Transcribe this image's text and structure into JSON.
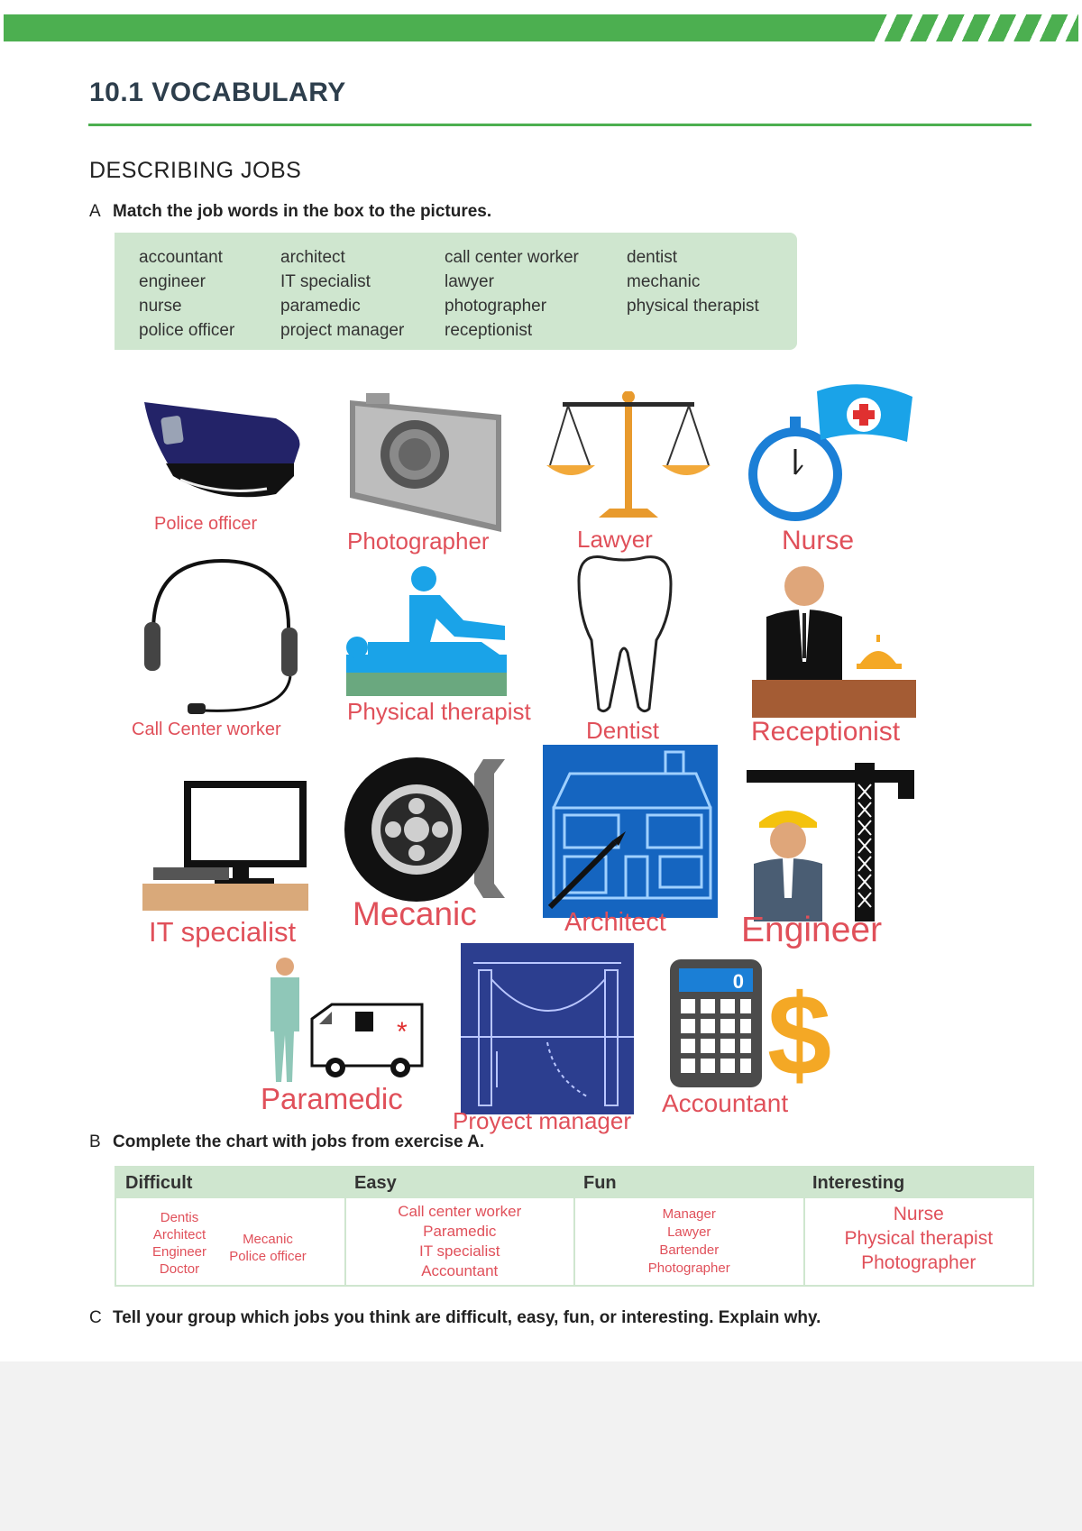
{
  "header": {
    "title": "10.1 VOCABULARY",
    "section": "DESCRIBING JOBS"
  },
  "exercise_a": {
    "letter": "A",
    "instruction": "Match the job words in the box to the pictures.",
    "word_columns": [
      [
        "accountant",
        "engineer",
        "nurse",
        "police officer"
      ],
      [
        "architect",
        "IT specialist",
        "paramedic",
        "project manager"
      ],
      [
        "call center worker",
        "lawyer",
        "photographer",
        "receptionist"
      ],
      [
        "dentist",
        "mechanic",
        "physical therapist"
      ]
    ],
    "answers": {
      "police": "Police officer",
      "photographer": "Photographer",
      "lawyer": "Lawyer",
      "nurse": "Nurse",
      "call_center": "Call Center worker",
      "physical_therapist": "Physical therapist",
      "dentist": "Dentist",
      "receptionist": "Receptionist",
      "it_specialist": "IT specialist",
      "mechanic": "Mecanic",
      "architect": "Architect",
      "engineer": "Engineer",
      "paramedic": "Paramedic",
      "project_manager": "Proyect manager",
      "accountant": "Accountant"
    },
    "calculator_display": "0"
  },
  "exercise_b": {
    "letter": "B",
    "instruction": "Complete the chart with jobs from exercise A.",
    "headers": [
      "Difficult",
      "Easy",
      "Fun",
      "Interesting"
    ],
    "difficult_left": [
      "Dentis",
      "Architect",
      "Engineer",
      "Doctor"
    ],
    "difficult_right": [
      "Mecanic",
      "Police officer"
    ],
    "easy": [
      "Call center worker",
      "Paramedic",
      "IT specialist",
      "Accountant"
    ],
    "fun": [
      "Manager",
      "Lawyer",
      "Bartender",
      "Photographer"
    ],
    "interesting": [
      "Nurse",
      "Physical therapist",
      "Photographer"
    ]
  },
  "exercise_c": {
    "letter": "C",
    "instruction": "Tell your group which jobs you think are difficult, easy, fun, or interesting. Explain why."
  },
  "colors": {
    "accent_green": "#4caf50",
    "box_green": "#cfe6cf",
    "answer_red": "#e0505a"
  }
}
